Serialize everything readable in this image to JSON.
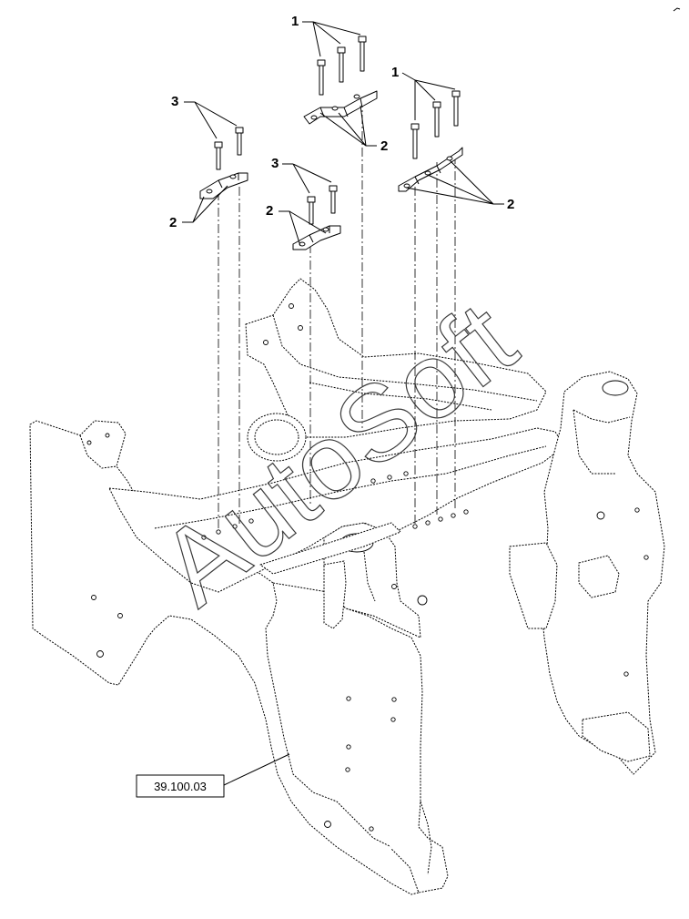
{
  "callouts": {
    "bolt_group_top_center": "1",
    "bolt_group_top_right": "1",
    "bolt_group_left": "3",
    "bolt_group_center": "3",
    "bracket_top_center": "2",
    "bracket_right": "2",
    "bracket_left": "2",
    "bracket_center": "2"
  },
  "reference": {
    "label": "39.100.03"
  },
  "watermark": {
    "text": "AutoSoft"
  },
  "colors": {
    "line": "#000000",
    "background": "#ffffff",
    "watermark": "#3a3a3a"
  }
}
